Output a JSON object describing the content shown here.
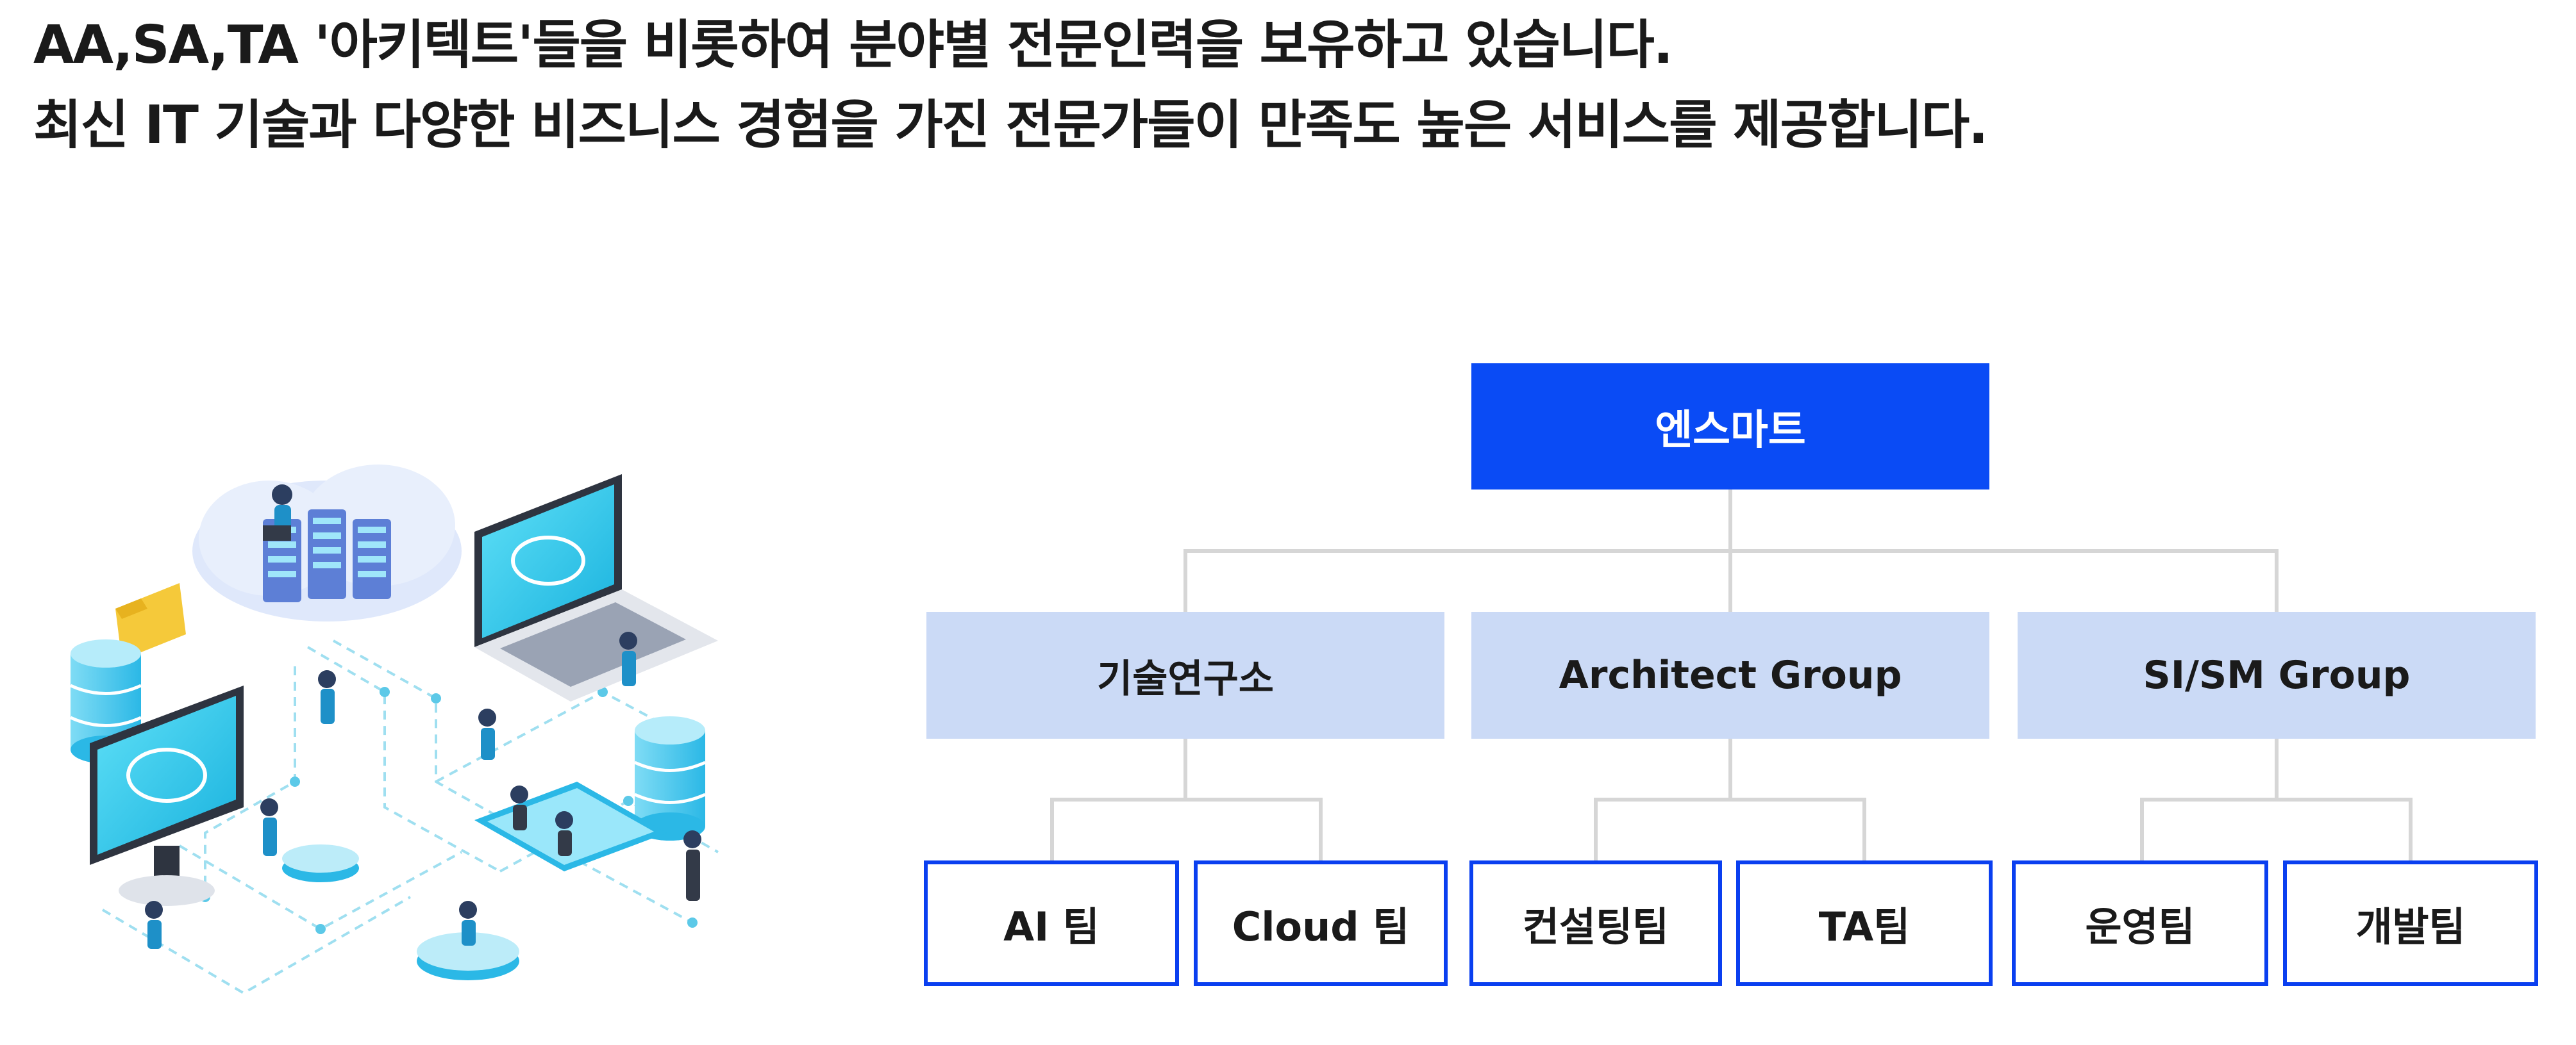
{
  "headline": {
    "line1": "AA,SA,TA '아키텍트'들을 비롯하여 분야별 전문인력을 보유하고 있습니다.",
    "line2": "최신 IT 기술과 다양한 비즈니스 경험을 가진 전문가들이 만족도 높은 서비스를 제공합니다."
  },
  "colors": {
    "root_fill": "#0a4bf5",
    "group_fill": "#cbdaf6",
    "team_border": "#0a3ff0",
    "connector": "#d6d6d6"
  },
  "org_chart": {
    "root": {
      "label": "엔스마트"
    },
    "groups": [
      {
        "label": "기술연구소",
        "teams": [
          {
            "label": "AI 팀"
          },
          {
            "label": "Cloud 팀"
          }
        ]
      },
      {
        "label": "Architect Group",
        "teams": [
          {
            "label": "컨설팅팀"
          },
          {
            "label": "TA팀"
          }
        ]
      },
      {
        "label": "SI/SM Group",
        "teams": [
          {
            "label": "운영팀"
          },
          {
            "label": "개발팀"
          }
        ]
      }
    ]
  }
}
